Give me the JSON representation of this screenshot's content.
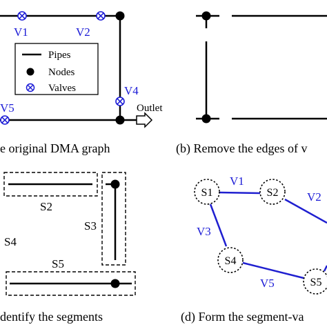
{
  "colors": {
    "pipe": "#000000",
    "node": "#000000",
    "valve": "#1a1ad6",
    "label_blue": "#1a1ad6",
    "edge_blue": "#1f1fd0"
  },
  "panel_a": {
    "caption": "e original DMA graph",
    "valves": [
      "V1",
      "V2",
      "V4",
      "V5"
    ],
    "outlet": "Outlet",
    "legend": {
      "pipes": "Pipes",
      "nodes": "Nodes",
      "valves": "Valves"
    }
  },
  "panel_b": {
    "caption": "(b) Remove the edges of v"
  },
  "panel_c": {
    "caption": "dentify the segments",
    "segments": [
      "S2",
      "S3",
      "S4",
      "S5"
    ]
  },
  "panel_d": {
    "caption": "(d) Form the segment-va",
    "segments": [
      "S1",
      "S2",
      "S4",
      "S5"
    ],
    "edges": [
      "V1",
      "V2",
      "V3",
      "V5"
    ]
  }
}
